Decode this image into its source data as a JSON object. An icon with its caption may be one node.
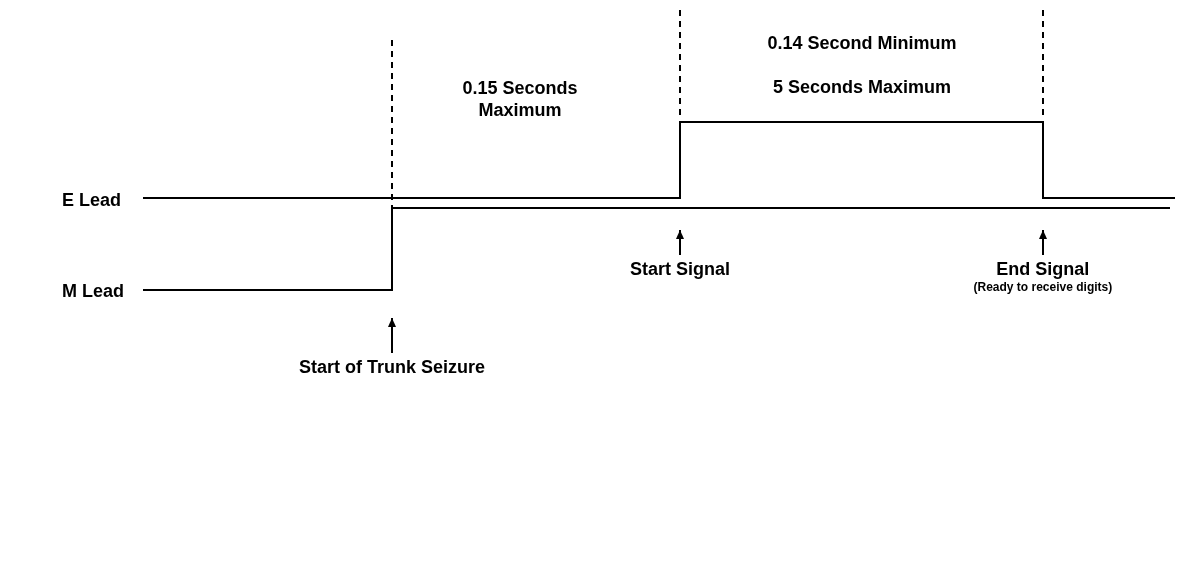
{
  "diagram": {
    "nodes": [
      {
        "text": [
          "Start Signal"
        ]
      },
      {
        "text": [
          "End Signal"
        ],
        "beside": [
          "(Ready to receive digits)"
        ]
      },
      {
        "text": [
          "Start of Trunk Seizure"
        ]
      }
    ],
    "edges": [
      {
        "from": 0,
        "to": null,
        "arrow": "to"
      },
      {
        "from": 1,
        "to": null,
        "arrow": "to"
      },
      {
        "from": 2,
        "to": null,
        "arrow": "to"
      }
    ],
    "labels": [
      "0.14 Second Minimum",
      "0.15 Seconds Maximum",
      "5 Seconds Maximum",
      "E Lead",
      "M Lead"
    ]
  }
}
